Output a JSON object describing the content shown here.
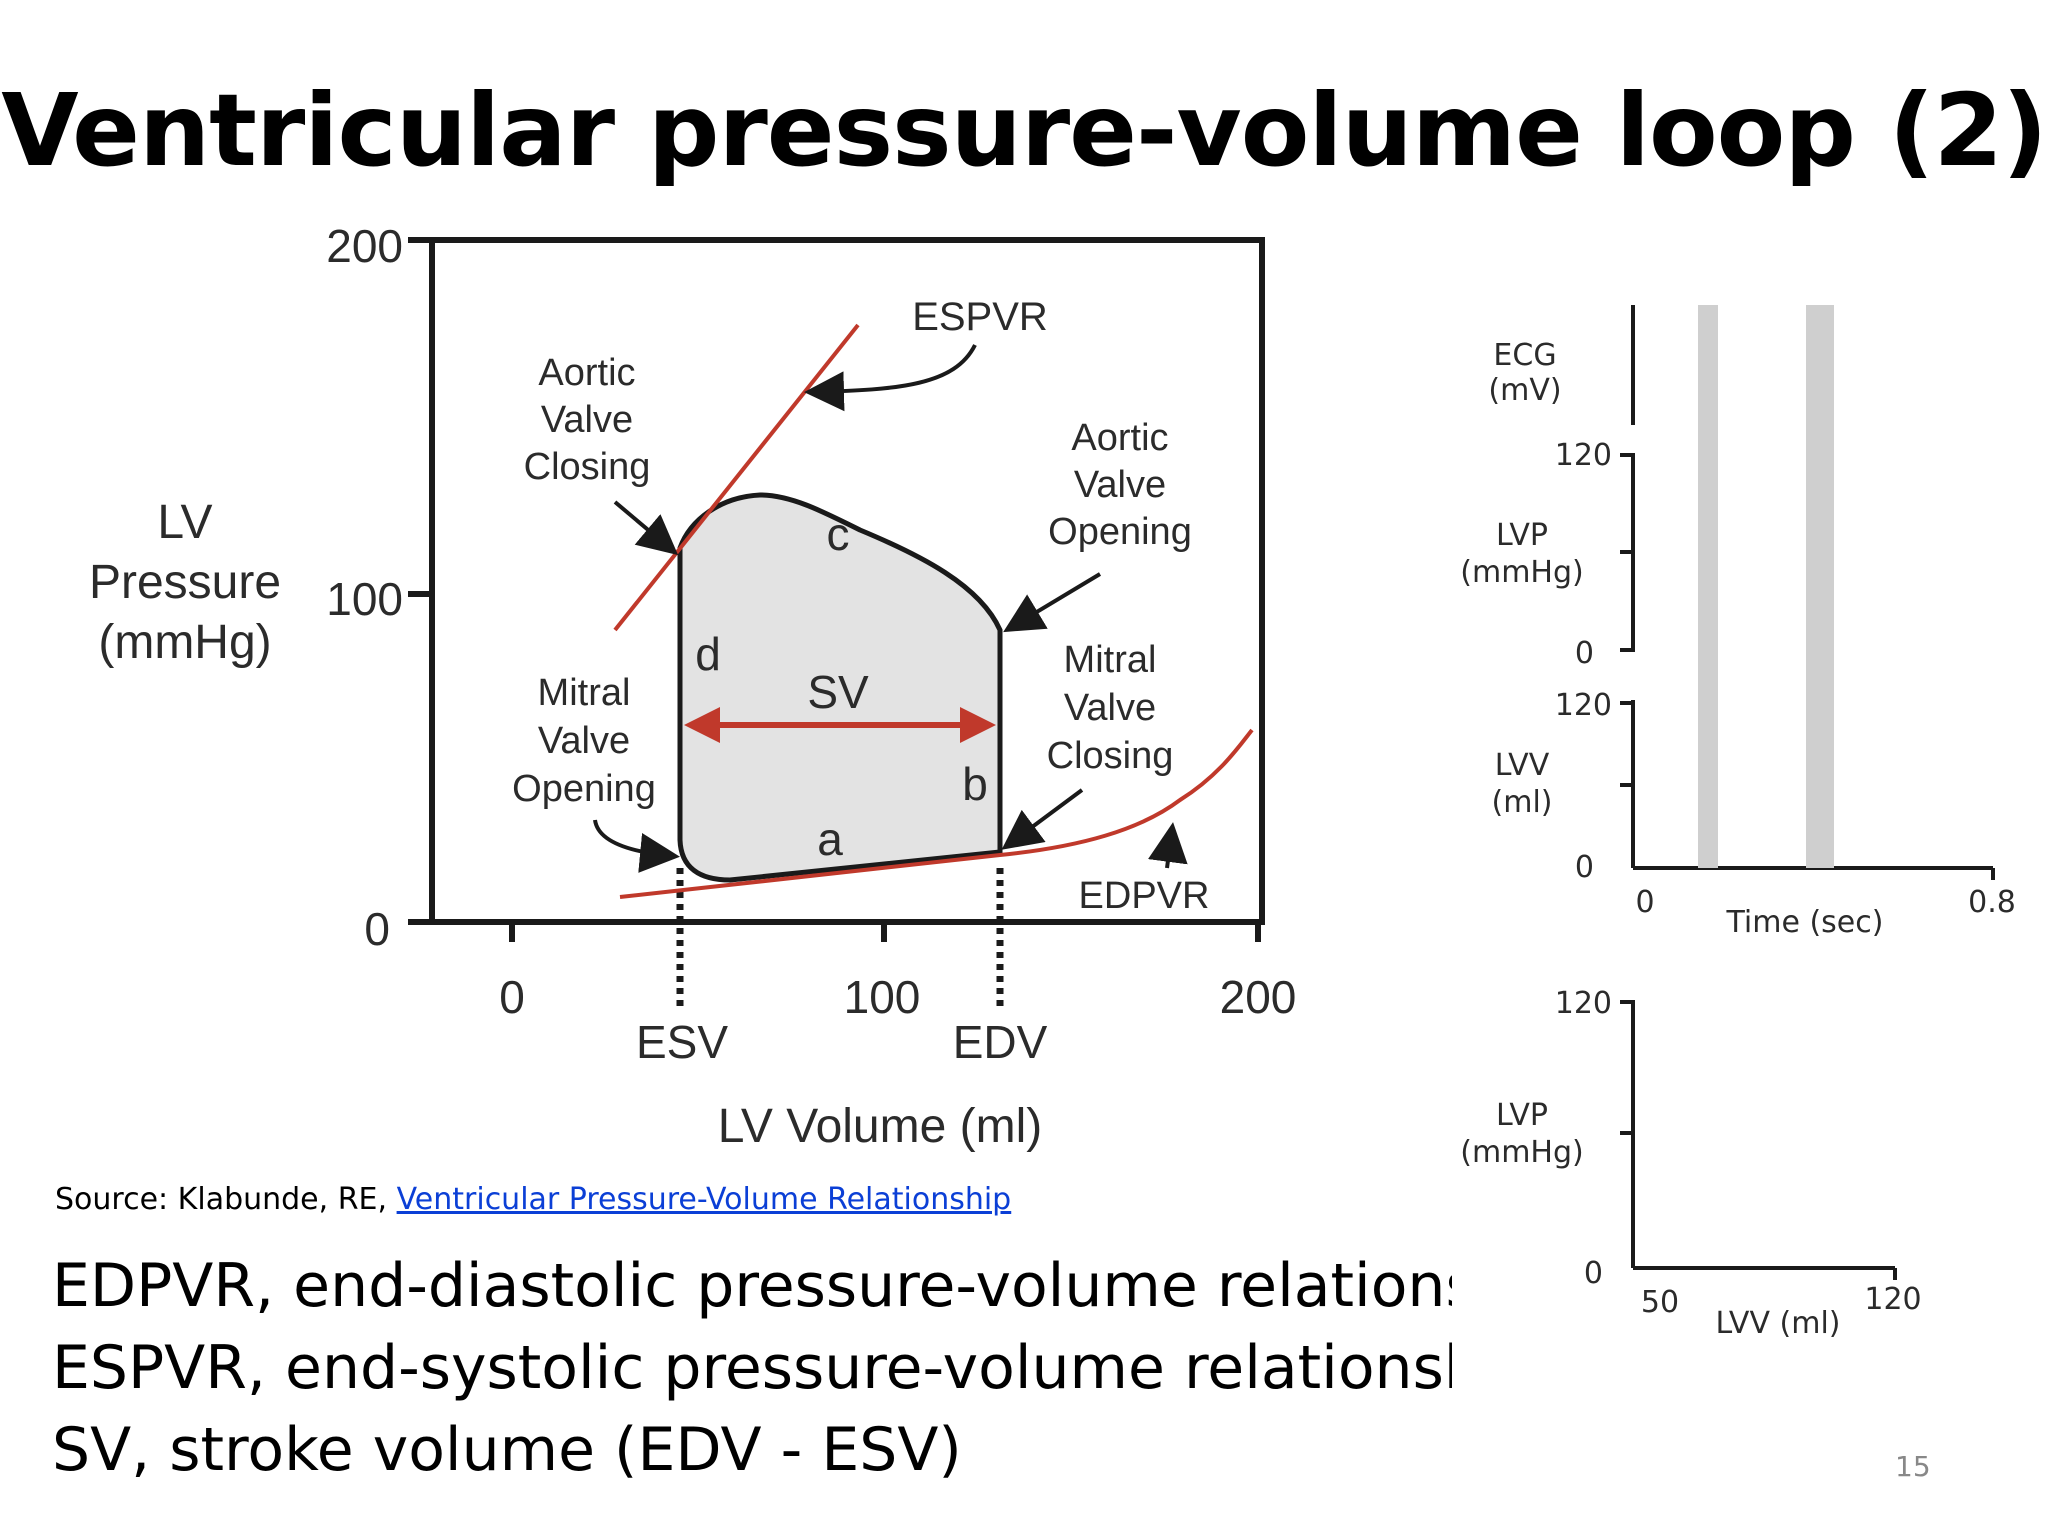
{
  "slide": {
    "title": "Ventricular pressure-volume loop (2)",
    "source_prefix": "Source: Klabunde, RE, ",
    "source_link": "Ventricular Pressure-Volume Relationship",
    "definitions": [
      "EDPVR, end-diastolic pressure-volume relationship",
      "ESPVR, end-systolic pressure-volume relationship;",
      "SV, stroke volume (EDV - ESV)"
    ],
    "page_number": "15"
  },
  "main_plot": {
    "y_label_lines": [
      "LV",
      "Pressure",
      "(mmHg)"
    ],
    "y_ticks": [
      "200",
      "100",
      "0"
    ],
    "x_ticks": [
      "0",
      "100",
      "200"
    ],
    "x_label": "LV Volume (ml)",
    "esv_label": "ESV",
    "edv_label": "EDV",
    "espvr_label": "ESPVR",
    "edpvr_label": "EDPVR",
    "sv_label": "SV",
    "phase_labels": {
      "a": "a",
      "b": "b",
      "c": "c",
      "d": "d"
    },
    "aortic_closing": [
      "Aortic",
      "Valve",
      "Closing"
    ],
    "aortic_opening": [
      "Aortic",
      "Valve",
      "Opening"
    ],
    "mitral_opening": [
      "Mitral",
      "Valve",
      "Opening"
    ],
    "mitral_closing": [
      "Mitral",
      "Valve",
      "Closing"
    ],
    "colors": {
      "relationship_line": "#c0392b",
      "loop_fill": "#e3e3e3",
      "sv_arrow": "#c0392b"
    }
  },
  "side_panel": {
    "ecg_label": [
      "ECG",
      "(mV)"
    ],
    "lvp_label": [
      "LVP",
      "(mmHg)"
    ],
    "lvv_label": [
      "LVV",
      "(ml)"
    ],
    "lvp_ticks": [
      "120",
      "0"
    ],
    "lvv_ticks": [
      "120",
      "0"
    ],
    "time_ticks": [
      "0",
      "0.8"
    ],
    "time_label": "Time (sec)"
  },
  "bottom_panel": {
    "lvp_label": [
      "LVP",
      "(mmHg)"
    ],
    "y_ticks": [
      "120",
      "0"
    ],
    "x_ticks": [
      "50",
      "120"
    ],
    "x_label": "LVV (ml)"
  }
}
